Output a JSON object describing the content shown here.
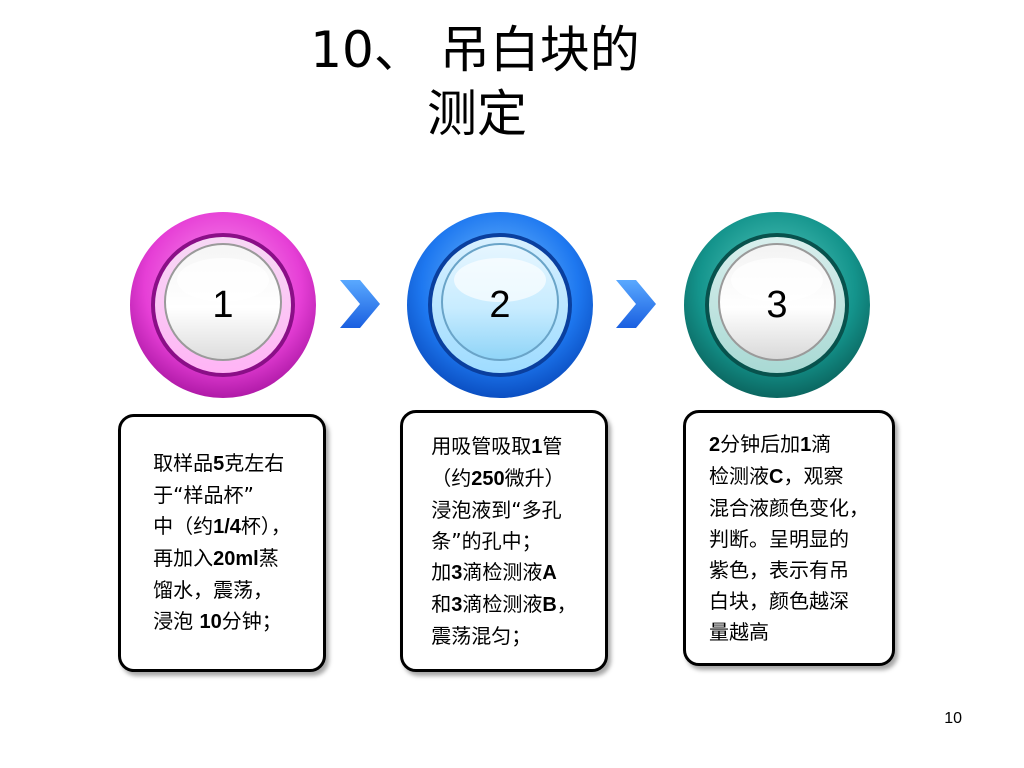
{
  "slide": {
    "title_line1": "10、 吊白块的",
    "title_line2": "测定",
    "page_number": "10"
  },
  "steps": [
    {
      "number": "1",
      "ring_color": "#e63fd6",
      "lines": [
        [
          {
            "t": "取样品"
          },
          {
            "t": "5",
            "b": true
          },
          {
            "t": "克左右"
          }
        ],
        [
          {
            "t": " 于“样品杯”"
          }
        ],
        [
          {
            "t": "中（约"
          },
          {
            "t": "1/4",
            "b": true
          },
          {
            "t": "杯），"
          }
        ],
        [
          {
            "t": "再加入"
          },
          {
            "t": "20ml",
            "b": true
          },
          {
            "t": "蒸"
          }
        ],
        [
          {
            "t": " 馏水，震荡，"
          }
        ],
        [
          {
            "t": "浸泡 "
          },
          {
            "t": "10",
            "b": true
          },
          {
            "t": "分钟；"
          }
        ]
      ]
    },
    {
      "number": "2",
      "ring_color": "#1e78f0",
      "lines": [
        [
          {
            "t": "用吸管吸取"
          },
          {
            "t": "1",
            "b": true
          },
          {
            "t": "管"
          }
        ],
        [
          {
            "t": "（约"
          },
          {
            "t": "250",
            "b": true
          },
          {
            "t": "微升）"
          }
        ],
        [
          {
            "t": "浸泡液到“多孔"
          }
        ],
        [
          {
            "t": "条”的孔中；"
          }
        ],
        [
          {
            "t": "加"
          },
          {
            "t": "3",
            "b": true
          },
          {
            "t": "滴检测液"
          },
          {
            "t": "A",
            "b": true
          }
        ],
        [
          {
            "t": "和"
          },
          {
            "t": "3",
            "b": true
          },
          {
            "t": "滴检测液"
          },
          {
            "t": "B",
            "b": true
          },
          {
            "t": "，"
          }
        ],
        [
          {
            "t": "震荡混匀；"
          }
        ]
      ]
    },
    {
      "number": "3",
      "ring_color": "#14948c",
      "lines": [
        [
          {
            "t": "2",
            "b": true
          },
          {
            "t": "分钟后加"
          },
          {
            "t": "1",
            "b": true
          },
          {
            "t": "滴"
          }
        ],
        [
          {
            "t": "检测液"
          },
          {
            "t": "C",
            "b": true
          },
          {
            "t": "，观察"
          }
        ],
        [
          {
            "t": "混合液颜色变化，"
          }
        ],
        [
          {
            "t": "判断。呈明显的"
          }
        ],
        [
          {
            "t": "紫色，表示有吊"
          }
        ],
        [
          {
            "t": "白块，颜色越深"
          }
        ],
        [
          {
            "t": "量越高"
          }
        ]
      ]
    }
  ],
  "arrows": [
    {
      "icon": "chevron-right-icon",
      "color": "#1e6fe8"
    },
    {
      "icon": "chevron-right-icon",
      "color": "#1e6fe8"
    }
  ]
}
